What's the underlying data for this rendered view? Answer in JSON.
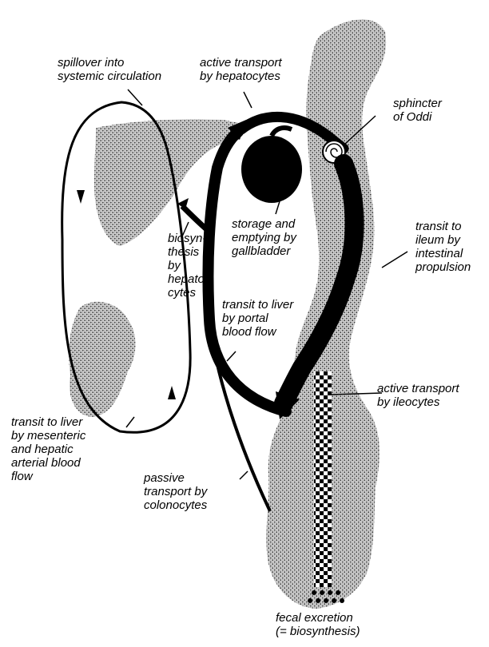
{
  "labels": {
    "spillover": "spillover into\nsystemic circulation",
    "active_hepatocytes": "active transport\nby hepatocytes",
    "sphincter": "sphincter\nof Oddi",
    "transit_ileum": "transit to\nileum by\nintestinal\npropulsion",
    "storage": "storage and\nemptying by\ngallbladder",
    "biosynthesis": "biosyn-\nthesis\nby\nhepato-\ncytes",
    "transit_portal": "transit to liver\nby portal\nblood flow",
    "active_ileocytes": "active transport\nby ileocytes",
    "transit_mesenteric": "transit to liver\nby mesenteric\nand hepatic\narterial blood\nflow",
    "passive_colonocytes": "passive\ntransport by\ncolonocytes",
    "fecal": "fecal excretion\n(= biosynthesis)"
  },
  "colors": {
    "organ_stipple": "#6e6e6e",
    "flow_black": "#000000",
    "background": "#ffffff"
  }
}
